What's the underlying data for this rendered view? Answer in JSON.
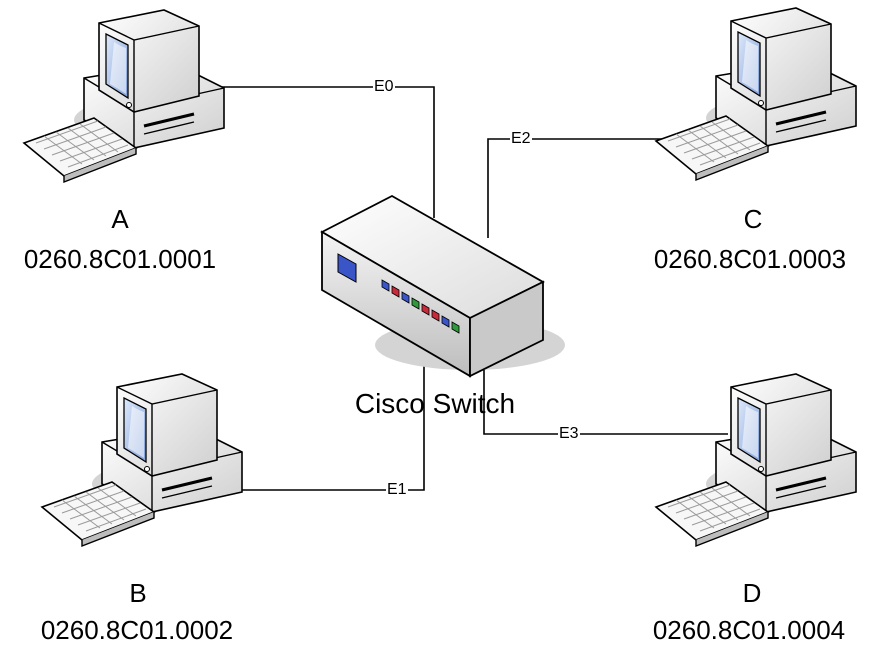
{
  "switch": {
    "label": "Cisco Switch"
  },
  "ports": {
    "e0": "E0",
    "e1": "E1",
    "e2": "E2",
    "e3": "E3"
  },
  "hosts": {
    "a": {
      "name": "A",
      "mac": "0260.8C01.0001"
    },
    "b": {
      "name": "B",
      "mac": "0260.8C01.0002"
    },
    "c": {
      "name": "C",
      "mac": "0260.8C01.0003"
    },
    "d": {
      "name": "D",
      "mac": "0260.8C01.0004"
    }
  },
  "colors": {
    "line": "#000000",
    "case": "#f2f2f2",
    "screen": "#a9c2ee",
    "shadow": "#d4d4d4",
    "led_blue": "#3a55c8",
    "led_red": "#c82a3c",
    "led_green": "#2e9a3c"
  }
}
